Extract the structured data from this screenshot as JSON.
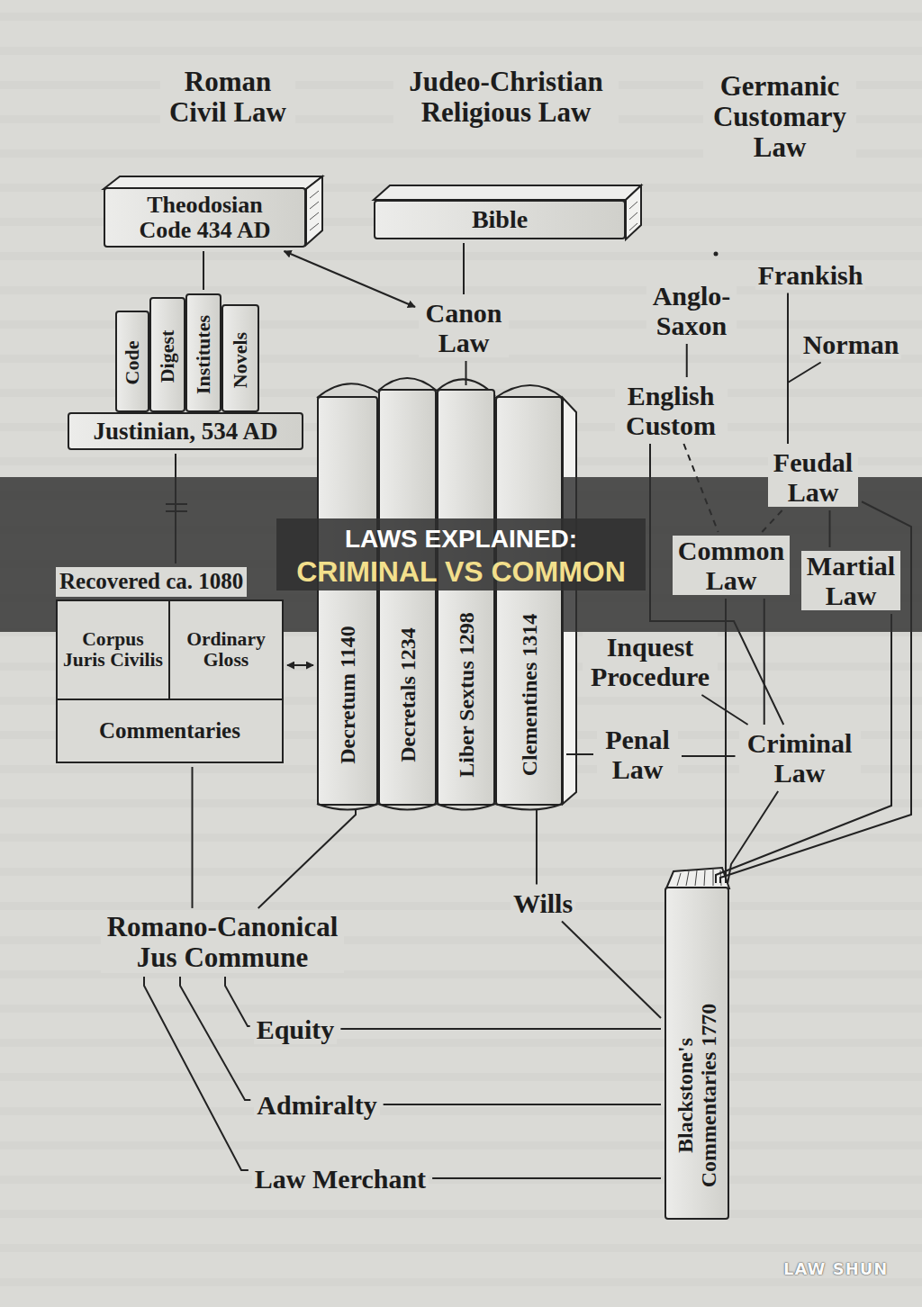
{
  "diagram": {
    "title": "LAWS EXPLAINED: CRIMINAL VS COMMON",
    "nodes": [
      {
        "text": [
          "Roman Civil Law"
        ]
      },
      {
        "text": [
          "Judeo-Christian Religious Law"
        ]
      },
      {
        "text": [
          "Germanic Customary Law"
        ]
      },
      {
        "text": [
          "Theodosian Code 434 AD"
        ]
      },
      {
        "text": [
          "Bible"
        ]
      },
      {
        "text": [
          "Justinian, 534 AD"
        ]
      },
      {
        "text": [
          "Code"
        ]
      },
      {
        "text": [
          "Digest"
        ]
      },
      {
        "text": [
          "Institutes"
        ]
      },
      {
        "text": [
          "Novels"
        ]
      },
      {
        "text": [
          "Canon Law"
        ]
      },
      {
        "text": [
          "Frankish"
        ]
      },
      {
        "text": [
          "Anglo-Saxon"
        ]
      },
      {
        "text": [
          "Norman"
        ]
      },
      {
        "text": [
          "English Custom"
        ]
      },
      {
        "text": [
          "Feudal Law"
        ]
      },
      {
        "text": [
          "Common Law"
        ]
      },
      {
        "text": [
          "Martial Law"
        ]
      },
      {
        "text": [
          "Recovered ca. 1080"
        ]
      },
      {
        "text": [
          "Corpus Juris Civilis"
        ],
        "in": 18
      },
      {
        "text": [
          "Ordinary Gloss"
        ],
        "in": 18
      },
      {
        "text": [
          "Commentaries"
        ],
        "in": 18
      },
      {
        "text": [
          "Decretum 1140"
        ]
      },
      {
        "text": [
          "Decretals 1234"
        ]
      },
      {
        "text": [
          "Liber Sextus 1298"
        ]
      },
      {
        "text": [
          "Clementines 1314"
        ]
      },
      {
        "text": [
          "Inquest Procedure"
        ]
      },
      {
        "text": [
          "Penal Law"
        ]
      },
      {
        "text": [
          "Criminal Law"
        ]
      },
      {
        "text": [
          "Wills"
        ]
      },
      {
        "text": [
          "Romano-Canonical Jus Commune"
        ]
      },
      {
        "text": [
          "Equity"
        ]
      },
      {
        "text": [
          "Admiralty"
        ]
      },
      {
        "text": [
          "Law Merchant"
        ]
      },
      {
        "text": [
          "Blackstone's Commentaries 1770"
        ]
      }
    ],
    "edges": [
      {
        "from": 3,
        "to": 8,
        "arrow": "none"
      },
      {
        "from": 5,
        "to": 18,
        "arrow": "none"
      },
      {
        "from": 3,
        "to": 10,
        "arrow": "both"
      },
      {
        "from": 4,
        "to": 10,
        "arrow": "none"
      },
      {
        "from": 10,
        "to": 24,
        "arrow": "none"
      },
      {
        "from": 18,
        "to": 22,
        "arrow": "both"
      },
      {
        "from": 12,
        "to": 14,
        "arrow": "none"
      },
      {
        "from": 11,
        "to": 15,
        "arrow": "none"
      },
      {
        "from": 13,
        "to": 15,
        "arrow": "none"
      },
      {
        "from": 14,
        "to": 16,
        "arrow": "none"
      },
      {
        "from": 15,
        "to": 16,
        "arrow": "none"
      },
      {
        "from": 15,
        "to": 17,
        "arrow": "none"
      },
      {
        "from": 14,
        "to": 28,
        "arrow": "none"
      },
      {
        "from": 16,
        "to": 28,
        "arrow": "none"
      },
      {
        "from": 26,
        "to": 28,
        "arrow": "none"
      },
      {
        "from": 27,
        "to": 28,
        "arrow": "none"
      },
      {
        "from": 25,
        "to": 27,
        "arrow": "none"
      },
      {
        "from": 25,
        "to": 29,
        "arrow": "none"
      },
      {
        "from": 29,
        "to": 34,
        "arrow": "none"
      },
      {
        "from": 22,
        "to": 30,
        "arrow": "none"
      },
      {
        "from": 18,
        "to": 30,
        "arrow": "none"
      },
      {
        "from": 30,
        "to": 31,
        "arrow": "none"
      },
      {
        "from": 30,
        "to": 32,
        "arrow": "none"
      },
      {
        "from": 30,
        "to": 33,
        "arrow": "none"
      },
      {
        "from": 31,
        "to": 34,
        "arrow": "none"
      },
      {
        "from": 32,
        "to": 34,
        "arrow": "none"
      },
      {
        "from": 33,
        "to": 34,
        "arrow": "none"
      },
      {
        "from": 16,
        "to": 34,
        "arrow": "none"
      },
      {
        "from": 28,
        "to": 34,
        "arrow": "none"
      },
      {
        "from": 15,
        "to": 34,
        "arrow": "none"
      },
      {
        "from": 17,
        "to": 34,
        "arrow": "none"
      }
    ],
    "labels": [
      "LAW SHUN"
    ]
  }
}
